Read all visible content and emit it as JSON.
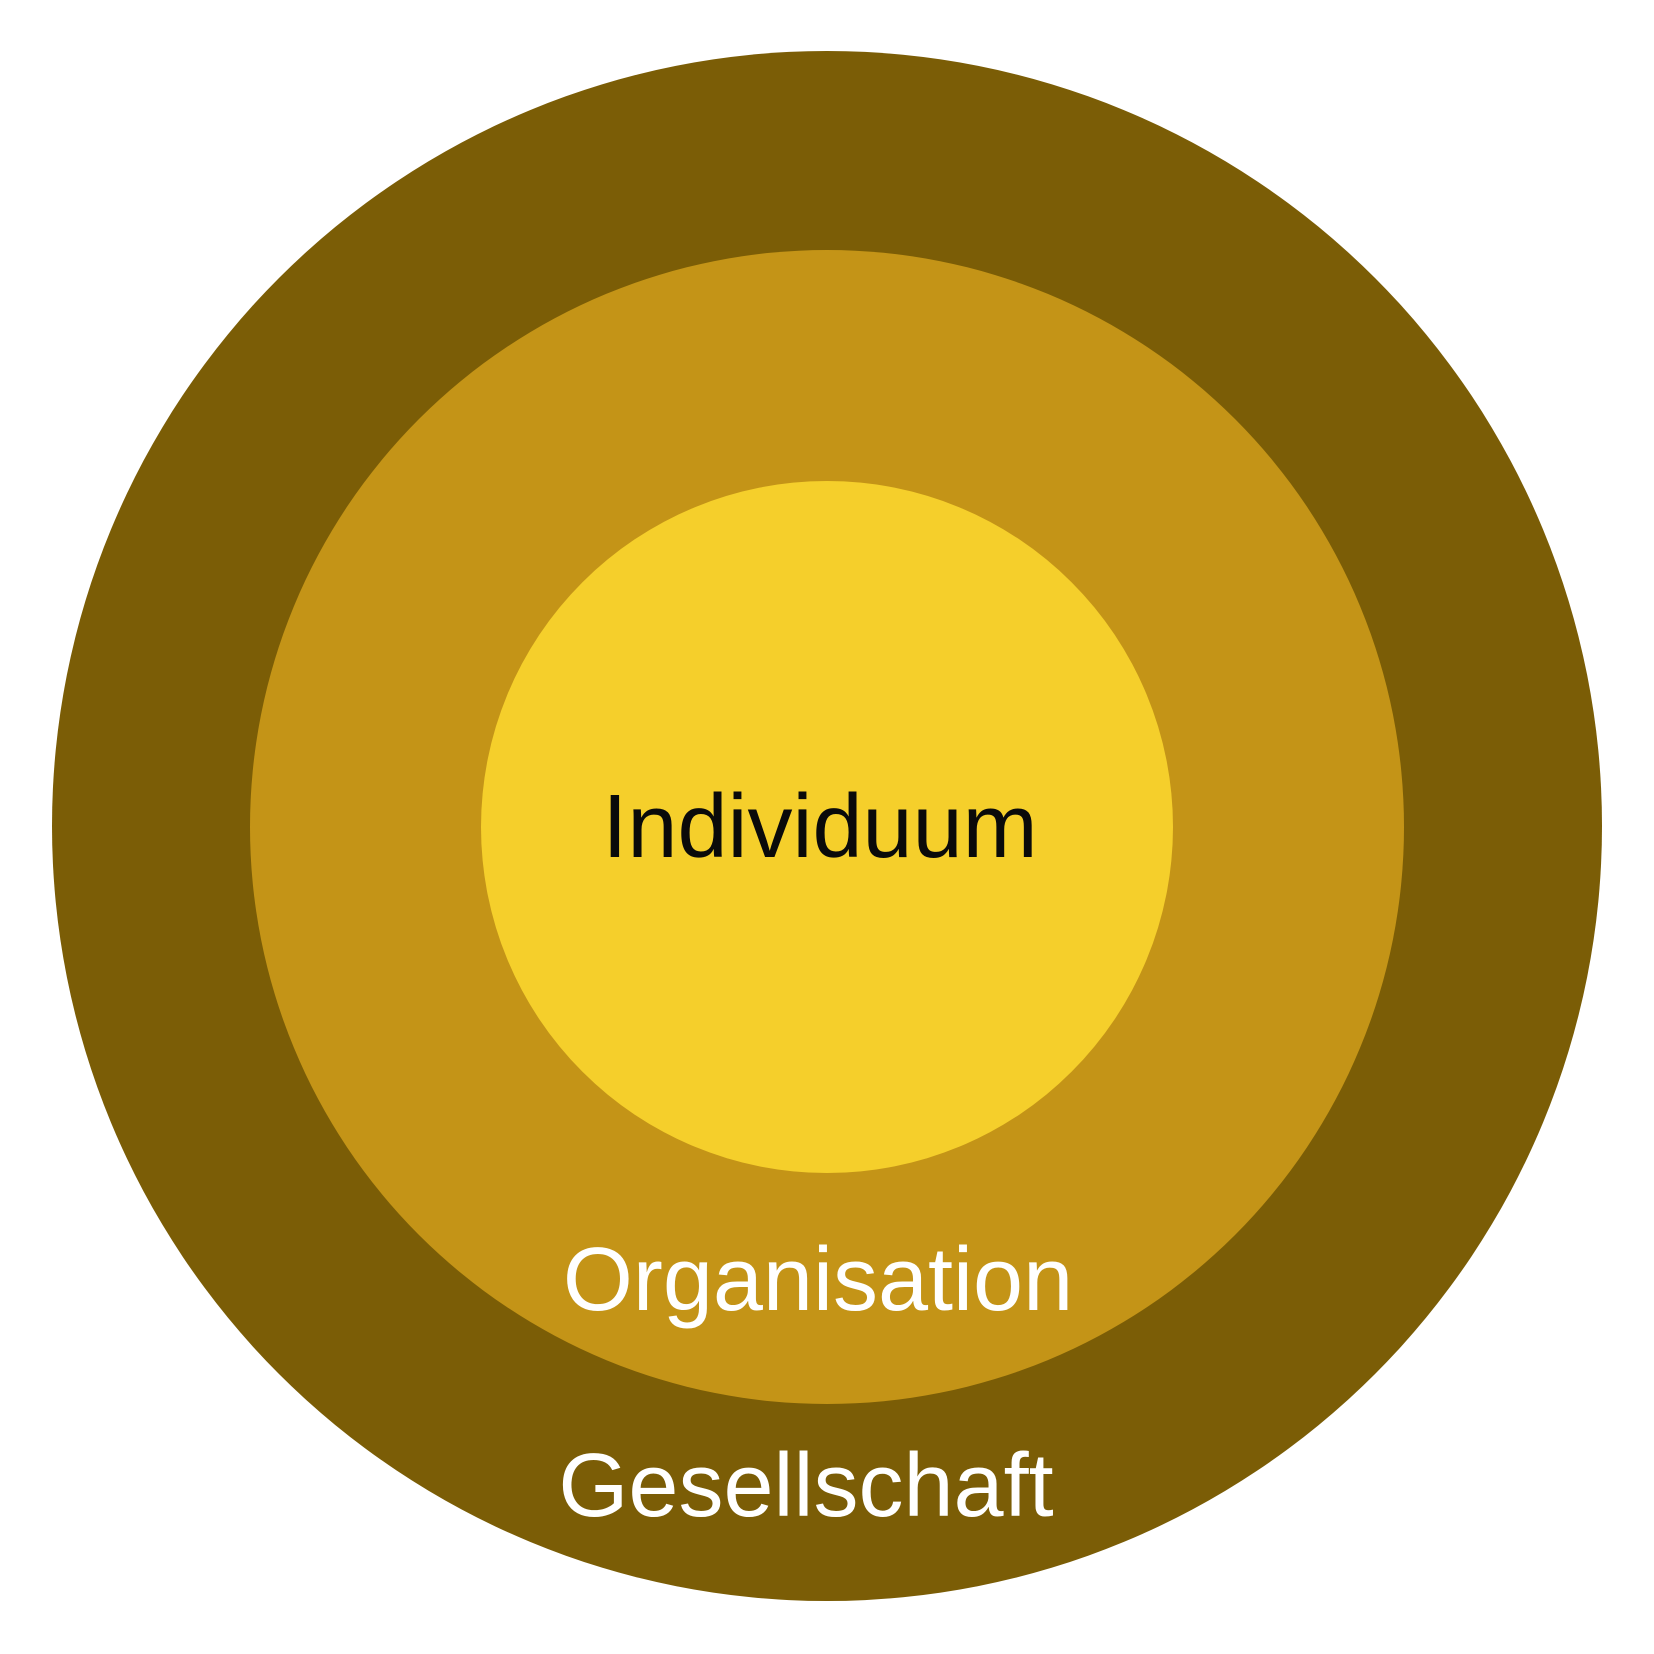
{
  "diagram": {
    "type": "concentric-circles",
    "background": "#FFFFFF",
    "rings": [
      {
        "level": "outermost",
        "label": "Gesellschaft",
        "fill": "#7B5D06",
        "text_color": "#FFFFFF"
      },
      {
        "level": "middle",
        "label": "Organisation",
        "fill": "#C49417",
        "text_color": "#FFFFFF"
      },
      {
        "level": "innermost",
        "label": "Individuum",
        "fill": "#F5CF2B",
        "text_color": "#0A0A0A"
      }
    ]
  }
}
